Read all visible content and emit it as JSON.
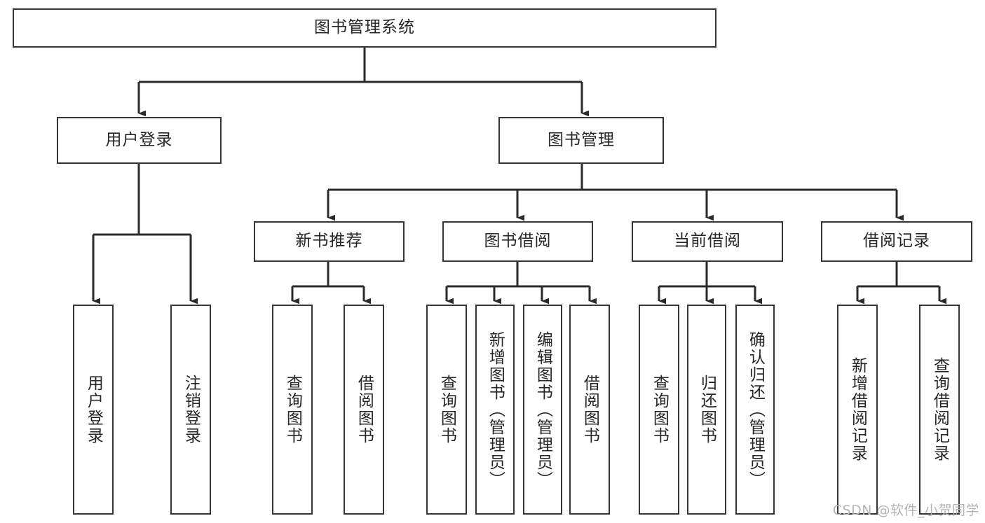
{
  "diagram": {
    "type": "tree-hierarchy",
    "title": "图书管理系统",
    "watermark": "CSDN @软件_小贺同学",
    "colors": {
      "box_border": "#353535",
      "box_fill": "#ffffff",
      "edge": "#2b2b2b",
      "text": "#262626",
      "watermark": "#b4b4b4"
    },
    "nodes": {
      "root": {
        "label": "图书管理系统",
        "orientation": "horizontal"
      },
      "level2": [
        {
          "label": "用户登录",
          "orientation": "horizontal"
        },
        {
          "label": "图书管理",
          "orientation": "horizontal"
        }
      ],
      "level3": [
        {
          "label": "新书推荐",
          "orientation": "horizontal"
        },
        {
          "label": "图书借阅",
          "orientation": "horizontal"
        },
        {
          "label": "当前借阅",
          "orientation": "horizontal"
        },
        {
          "label": "借阅记录",
          "orientation": "horizontal"
        }
      ],
      "leaves": {
        "user_login": [
          {
            "label": "用户登录",
            "orientation": "vertical"
          },
          {
            "label": "注销登录",
            "orientation": "vertical"
          }
        ],
        "new_book_recommend": [
          {
            "label": "查询图书",
            "orientation": "vertical"
          },
          {
            "label": "借阅图书",
            "orientation": "vertical"
          }
        ],
        "book_borrow": [
          {
            "label": "查询图书",
            "orientation": "vertical"
          },
          {
            "label": "新增图书（管理员）",
            "orientation": "vertical"
          },
          {
            "label": "编辑图书（管理员）",
            "orientation": "vertical"
          },
          {
            "label": "借阅图书",
            "orientation": "vertical"
          }
        ],
        "current_borrow": [
          {
            "label": "查询图书",
            "orientation": "vertical"
          },
          {
            "label": "归还图书",
            "orientation": "vertical"
          },
          {
            "label": "确认归还（管理员）",
            "orientation": "vertical"
          }
        ],
        "borrow_record": [
          {
            "label": "新增借阅记录",
            "orientation": "vertical"
          },
          {
            "label": "查询借阅记录",
            "orientation": "vertical"
          }
        ]
      }
    }
  }
}
